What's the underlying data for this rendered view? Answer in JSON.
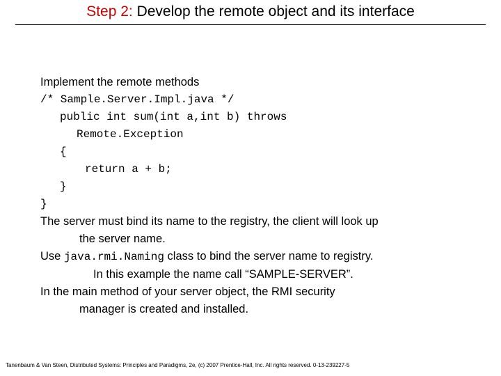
{
  "slide": {
    "title": {
      "step": "Step 2:",
      "rest": " Develop the remote object and its interface"
    },
    "body": {
      "line1": "Implement the remote methods",
      "line2": "/* Sample.Server.Impl.java */",
      "line3": "public int sum(int a,int b) throws",
      "line4": "Remote.Exception",
      "line5": "{",
      "line6": "return a + b;",
      "line7": "}",
      "line8": "}",
      "line9": "The server must bind its name to the registry, the client will look up",
      "line10": "the server name.",
      "line11_pre": "Use ",
      "line11_mono": "java.rmi.Naming",
      "line11_post": " class to bind the server name to registry.",
      "line12": "In this example the name call “SAMPLE-SERVER”.",
      "line13": "In the main method of your server object, the RMI security",
      "line14": "manager is created and installed."
    },
    "footer": "Tanenbaum & Van Steen, Distributed Systems: Principles and Paradigms, 2e, (c) 2007 Prentice-Hall, Inc. All rights reserved. 0-13-239227-5",
    "colors": {
      "accent": "#cc0000",
      "text": "#000000",
      "background": "#ffffff"
    }
  }
}
